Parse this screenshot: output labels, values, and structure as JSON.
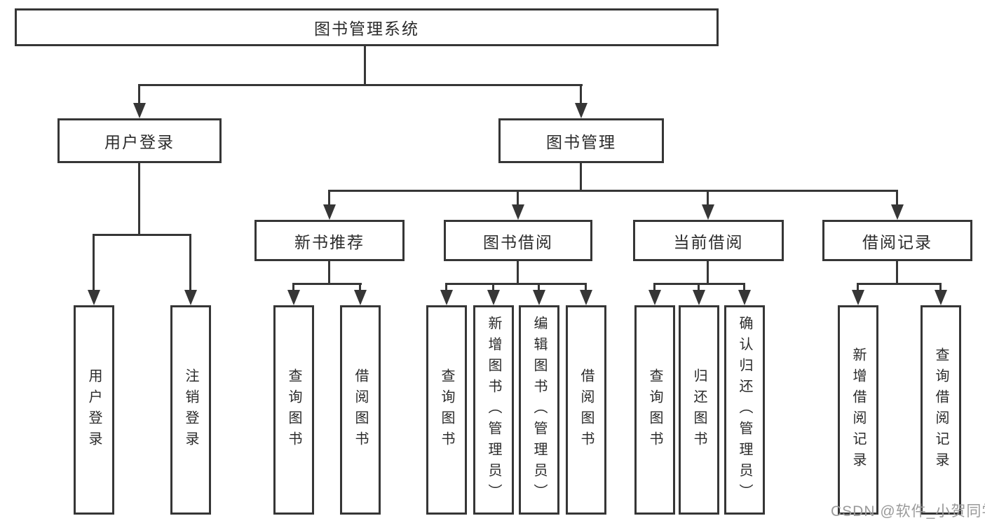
{
  "diagram": {
    "root": {
      "label": "图书管理系统"
    },
    "branches": [
      {
        "label": "用户登录",
        "children": [
          "用户登录",
          "注销登录"
        ]
      },
      {
        "label": "图书管理",
        "children": [
          {
            "label": "新书推荐",
            "children": [
              "查询图书",
              "借阅图书"
            ]
          },
          {
            "label": "图书借阅",
            "children": [
              "查询图书",
              "新增图书（管理员）",
              "编辑图书（管理员）",
              "借阅图书"
            ]
          },
          {
            "label": "当前借阅",
            "children": [
              "查询图书",
              "归还图书",
              "确认归还（管理员）"
            ]
          },
          {
            "label": "借阅记录",
            "children": [
              "新增借阅记录",
              "查询借阅记录"
            ]
          }
        ]
      }
    ]
  },
  "watermark": {
    "text": "CSDN @软件_小贺同学"
  },
  "colors": {
    "line": "#363636",
    "text": "#2b2b2b",
    "watermark": "#9a9a9a",
    "background": "#ffffff"
  }
}
